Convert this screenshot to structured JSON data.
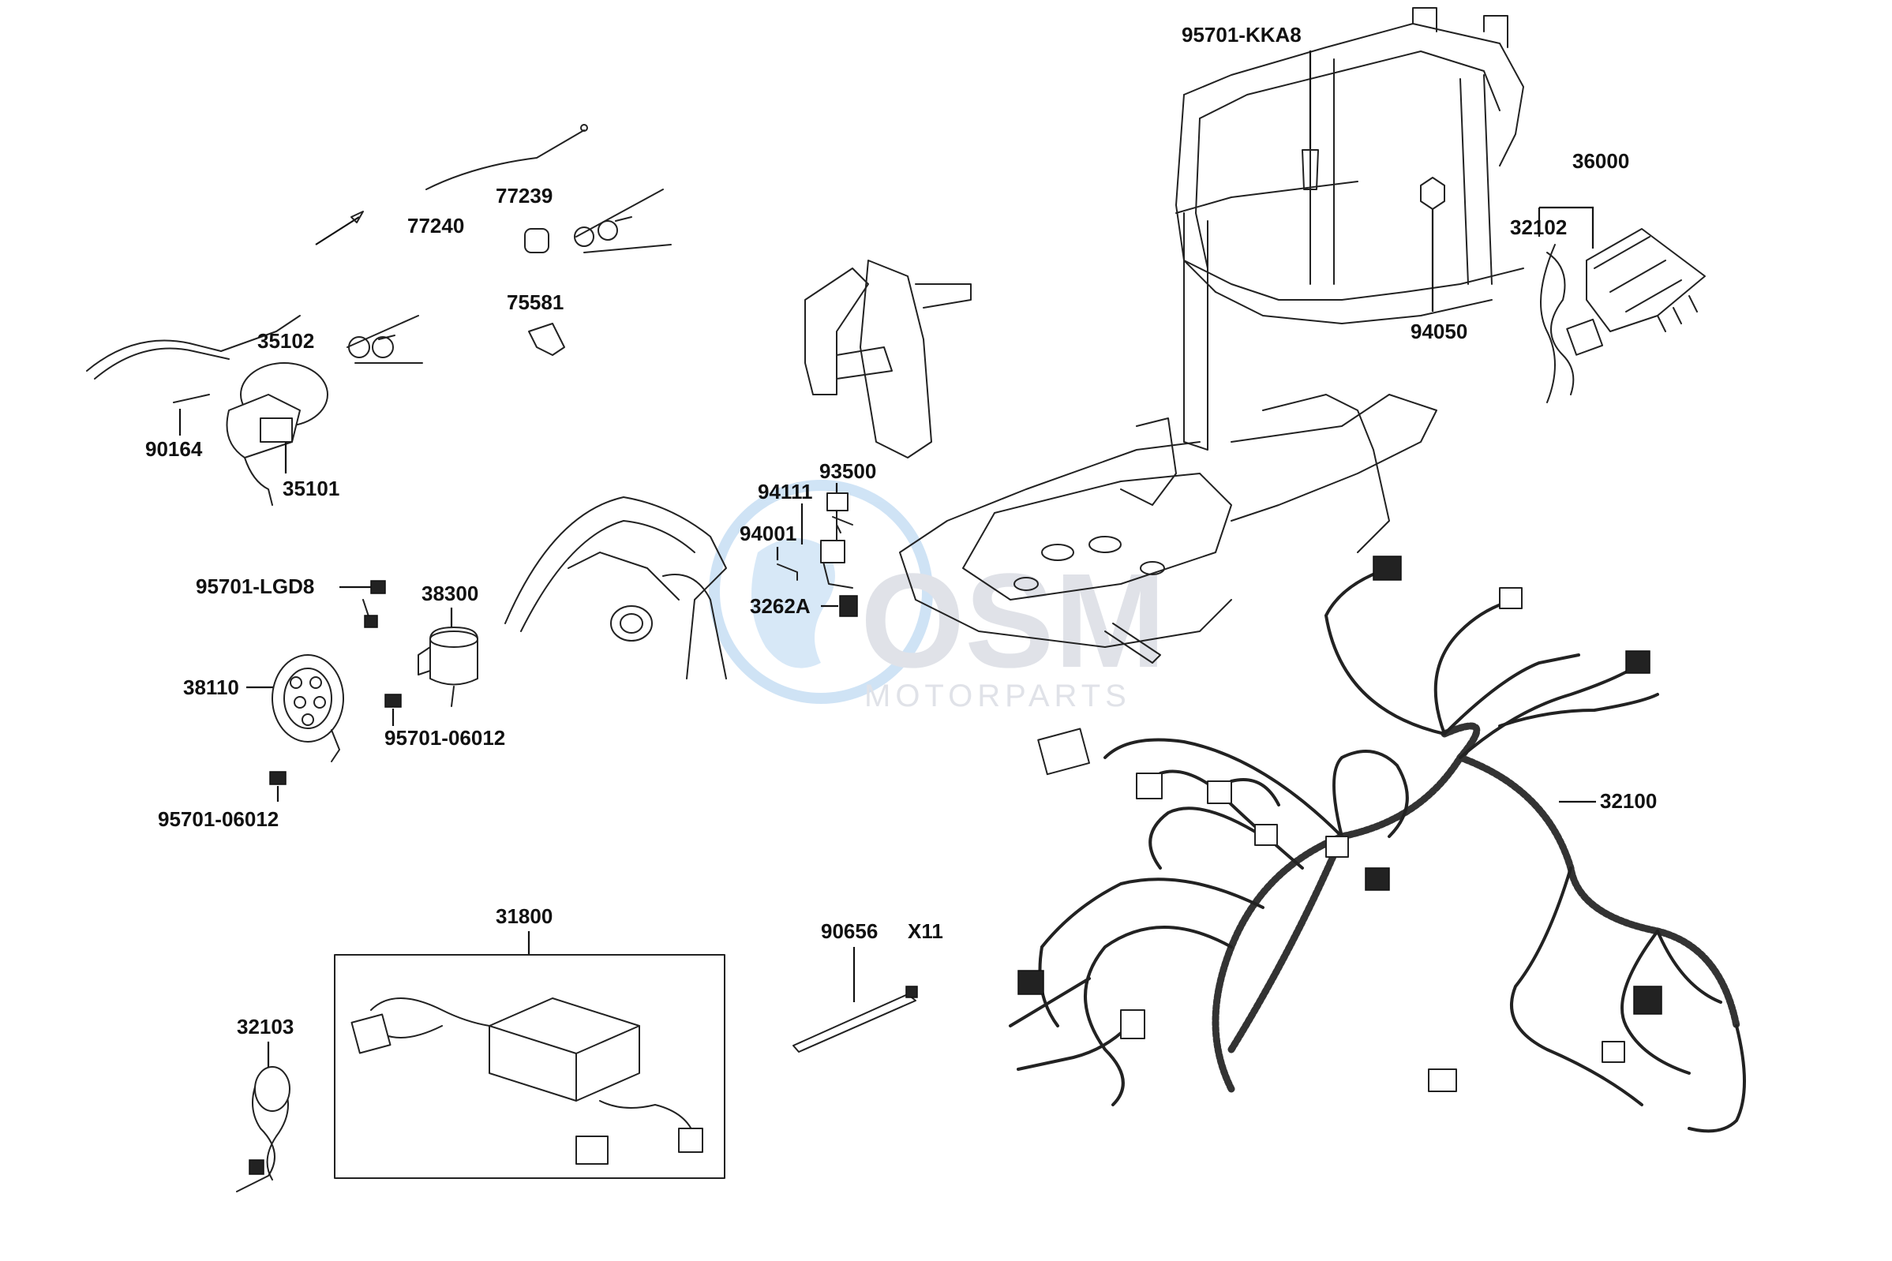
{
  "watermark": {
    "brand": "OSM",
    "sub": "MOTORPARTS"
  },
  "labels": {
    "p95701_kka8": "95701-KKA8",
    "p36000": "36000",
    "p32102": "32102",
    "p94050": "94050",
    "p77240": "77240",
    "p77239": "77239",
    "p75581": "75581",
    "p35102": "35102",
    "p90164": "90164",
    "p35101": "35101",
    "p93500": "93500",
    "p94111": "94111",
    "p94001": "94001",
    "p3262a": "3262A",
    "p95701_lgd8": "95701-LGD8",
    "p38300": "38300",
    "p38110": "38110",
    "p95701_06012_a": "95701-06012",
    "p95701_06012_b": "95701-06012",
    "p32100": "32100",
    "p31800": "31800",
    "p90656": "90656",
    "x11": "X11",
    "p32103": "32103"
  },
  "colors": {
    "line": "#111111",
    "watermark": "#c7ccd6",
    "watermark_globe": "#7fb3e0"
  }
}
